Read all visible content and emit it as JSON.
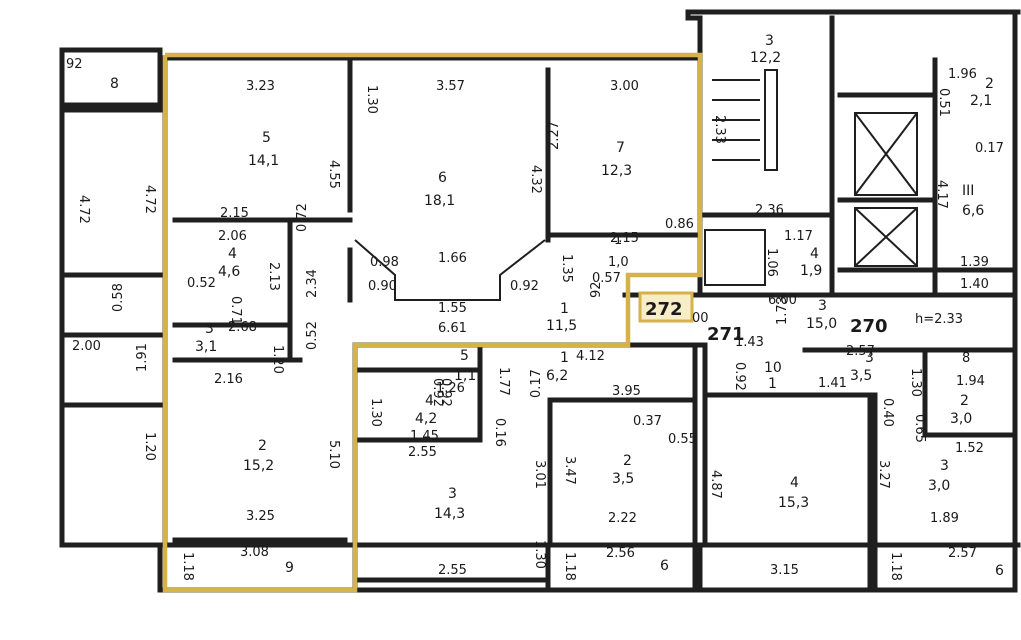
{
  "colors": {
    "wall": "#1f1f1f",
    "highlight": "#d6b24a",
    "highlight_fill": "#f7edc7",
    "background": "#ffffff"
  },
  "apartments": [
    "272",
    "271",
    "270"
  ],
  "rooms": {
    "r5": [
      "5",
      "14,1"
    ],
    "r6": [
      "6",
      "18,1"
    ],
    "r7": [
      "7",
      "12,3"
    ],
    "r4a": [
      "4",
      "4,6"
    ],
    "r3a": [
      "3",
      "3,1"
    ],
    "r2a": [
      "2",
      "15,2"
    ],
    "r1a": [
      "1",
      "11,5"
    ],
    "r8": [
      "8"
    ],
    "r9": [
      "9"
    ],
    "r3stair": [
      "3",
      "12,2"
    ],
    "r5b": [
      "5",
      "1,1"
    ],
    "r4b": [
      "4",
      "4,2"
    ],
    "r1b": [
      "1",
      "6,2"
    ],
    "r3b": [
      "3",
      "14,3"
    ],
    "r2b": [
      "2",
      "3,5"
    ],
    "r6b": [
      "6"
    ],
    "r3corr": [
      "3",
      "15,0"
    ],
    "r4c": [
      "4",
      "15,3"
    ],
    "r10": [
      "10",
      "1"
    ],
    "r3c": [
      "3",
      "3,5"
    ],
    "r2c": [
      "2",
      "3,0"
    ],
    "r3d": [
      "3",
      "3,0"
    ],
    "r6c": [
      "6"
    ],
    "r4lift": [
      "4",
      "1,9"
    ],
    "r2lift": [
      "2",
      "2,1"
    ],
    "r3roman": [
      "III",
      "6,6"
    ],
    "r1small": [
      "1",
      "1,0"
    ],
    "r8c": [
      "8"
    ]
  },
  "dimensions": [
    "3.23",
    "3.57",
    "3.00",
    "4.55",
    "1.30",
    "2.27",
    "4.32",
    "4.72",
    "4.72",
    "2.15",
    "2.06",
    "0.72",
    "2.13",
    "0.98",
    "1.66",
    "0.90",
    "1.55",
    "0.92",
    "1.35",
    "0.86",
    "0.57",
    "0.52",
    "0.71",
    "2.34",
    "2.68",
    "1.20",
    "6.61",
    "0.52",
    "2.16",
    "5.10",
    "1.91",
    "1.20",
    "3.25",
    "3.08",
    "1.18",
    "2.00",
    "0.58",
    "2.36",
    "1.17",
    "1.06",
    "6.00",
    "1.43",
    "1.73",
    "4.12",
    "0.92",
    "1.26",
    "1.77",
    "1.30",
    "1.45",
    "0.17",
    "0.16",
    "3.95",
    "0.37",
    "0.55",
    "2.55",
    "3.01",
    "3.47",
    "2.22",
    "2.56",
    "1.30",
    "2.55",
    "1.18",
    "4.87",
    "3.15",
    "0.92",
    "1.41",
    "2.57",
    "1.30",
    "1.94",
    "0.40",
    "0.65",
    "1.52",
    "3.27",
    "1.89",
    "2.57",
    "1.18",
    "0.17",
    "1.39",
    "1.40",
    "4.17",
    "1.96",
    "0.51",
    "2.33",
    "2.15",
    "0.92",
    "92",
    "00"
  ],
  "texts": {
    "corner_92": "92",
    "h_label": "h=2.33"
  }
}
